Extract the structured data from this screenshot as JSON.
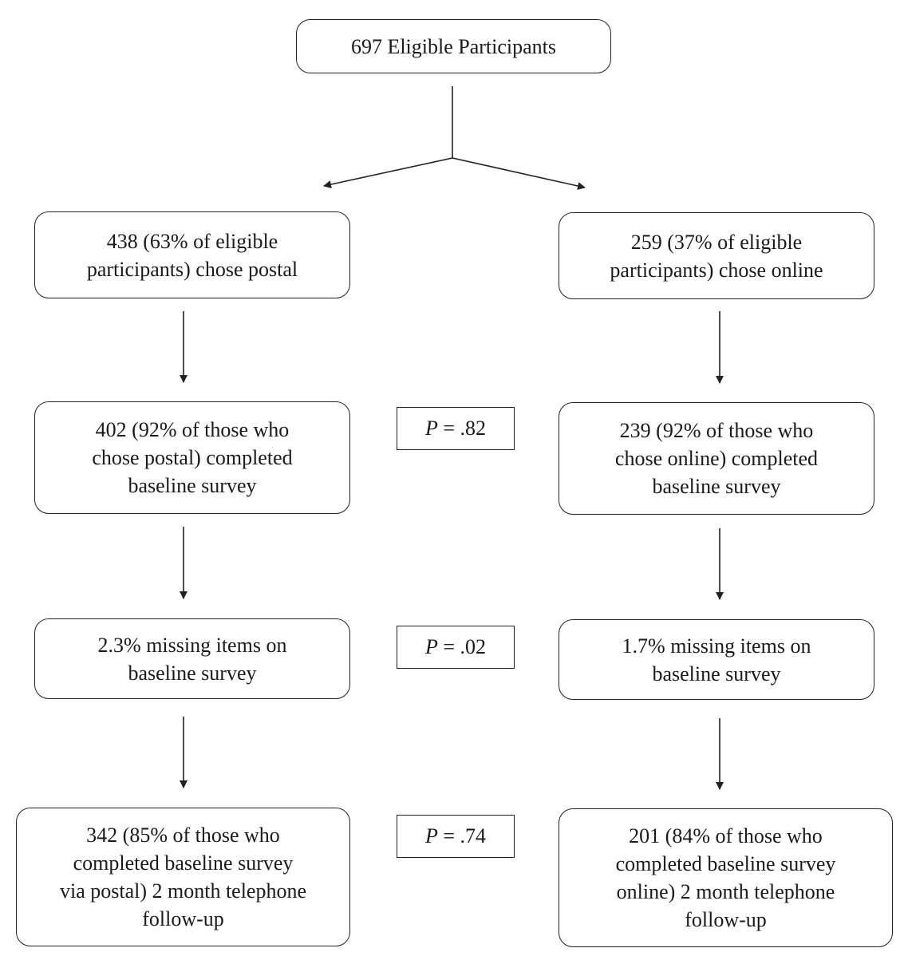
{
  "top": {
    "text": "697 Eligible Participants"
  },
  "left": [
    {
      "text": "438 (63% of eligible\nparticipants) chose postal"
    },
    {
      "text": "402 (92% of those who\nchose postal) completed\nbaseline survey"
    },
    {
      "text": "2.3% missing items on\nbaseline survey"
    },
    {
      "text": "342 (85% of those who\ncompleted baseline survey\nvia postal) 2 month telephone\nfollow-up"
    }
  ],
  "right": [
    {
      "text": "259 (37% of eligible\nparticipants) chose online"
    },
    {
      "text": "239 (92% of those who\nchose online) completed\nbaseline survey"
    },
    {
      "text": "1.7% missing items on\nbaseline survey"
    },
    {
      "text": "201 (84% of those who\ncompleted baseline survey\nonline) 2 month telephone\nfollow-up"
    }
  ],
  "pvalues": [
    {
      "label": "P",
      "value": "= .82"
    },
    {
      "label": "P",
      "value": "= .02"
    },
    {
      "label": "P",
      "value": "= .74"
    }
  ]
}
